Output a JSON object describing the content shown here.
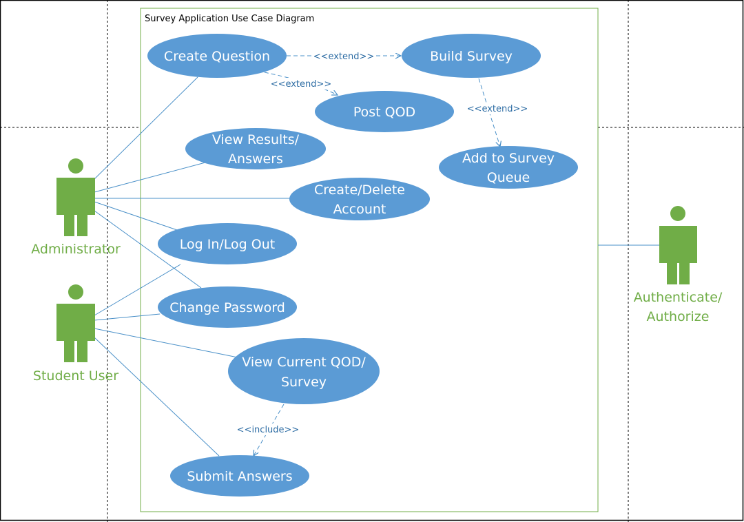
{
  "diagram": {
    "title": "Survey Application Use Case Diagram",
    "colors": {
      "use_case_fill": "#5b9bd5",
      "use_case_text": "#ffffff",
      "actor": "#70ad47",
      "boundary": "#70ad47",
      "association": "#4a90c8",
      "dependency": "#2e6da4"
    },
    "actors": [
      {
        "id": "admin",
        "label": "Administrator"
      },
      {
        "id": "student",
        "label": "Student User"
      },
      {
        "id": "auth",
        "lines": [
          "Authenticate/",
          "Authorize"
        ]
      }
    ],
    "use_cases": [
      {
        "id": "create_question",
        "lines": [
          "Create Question"
        ]
      },
      {
        "id": "build_survey",
        "lines": [
          "Build Survey"
        ]
      },
      {
        "id": "post_qod",
        "lines": [
          "Post QOD"
        ]
      },
      {
        "id": "add_queue",
        "lines": [
          "Add to Survey",
          "Queue"
        ]
      },
      {
        "id": "view_results",
        "lines": [
          "View Results/",
          "Answers"
        ]
      },
      {
        "id": "create_delete",
        "lines": [
          "Create/Delete",
          "Account"
        ]
      },
      {
        "id": "login",
        "lines": [
          "Log In/Log Out"
        ]
      },
      {
        "id": "change_pw",
        "lines": [
          "Change Password"
        ]
      },
      {
        "id": "view_current",
        "lines": [
          "View Current QOD/",
          "Survey"
        ]
      },
      {
        "id": "submit",
        "lines": [
          "Submit Answers"
        ]
      }
    ],
    "relations": [
      {
        "from": "create_question",
        "to": "build_survey",
        "label": "<<extend>>"
      },
      {
        "from": "create_question",
        "to": "post_qod",
        "label": "<<extend>>"
      },
      {
        "from": "build_survey",
        "to": "add_queue",
        "label": "<<extend>>"
      },
      {
        "from": "view_current",
        "to": "submit",
        "label": "<<include>>"
      }
    ]
  }
}
